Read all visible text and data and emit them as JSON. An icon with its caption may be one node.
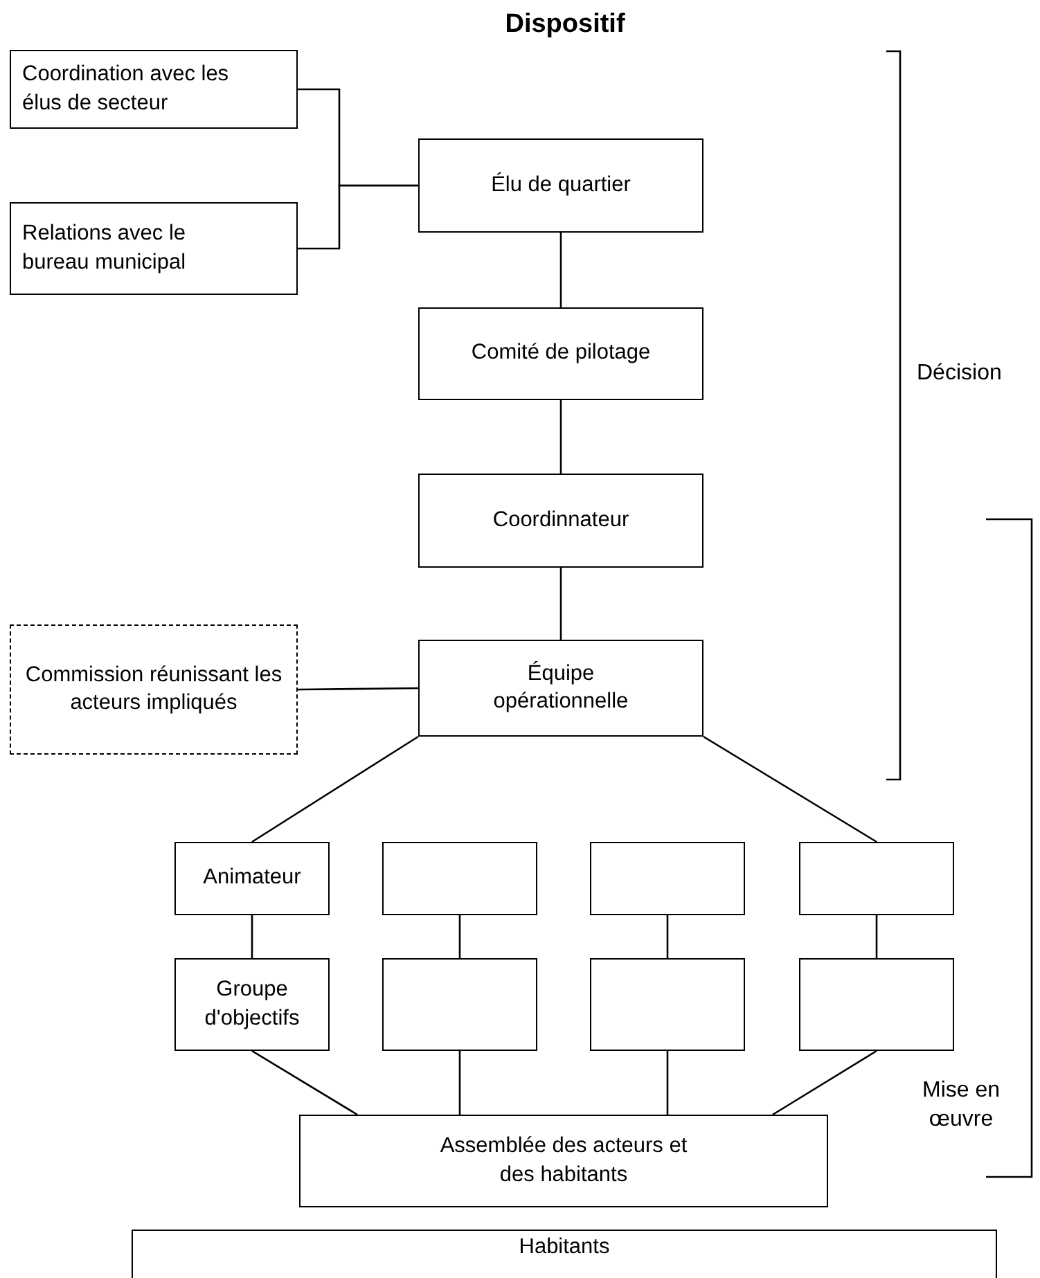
{
  "diagram": {
    "title": "Dispositif",
    "nodes": [
      {
        "text": [
          "Coordination avec les élus de secteur"
        ]
      },
      {
        "text": [
          "Relations avec le bureau municipal"
        ]
      },
      {
        "text": [
          "Élu de quartier"
        ]
      },
      {
        "text": [
          "Comité de pilotage"
        ]
      },
      {
        "text": [
          "Coordinnateur"
        ]
      },
      {
        "text": [
          "Équipe opérationnelle"
        ]
      },
      {
        "text": [
          "Commission réunissant les acteurs impliqués"
        ]
      },
      {
        "text": [
          "Animateur"
        ]
      },
      {
        "text": [],
        "shape": "box"
      },
      {
        "text": [],
        "shape": "box"
      },
      {
        "text": [],
        "shape": "box"
      },
      {
        "text": [
          "Groupe d'objectifs"
        ]
      },
      {
        "text": [],
        "shape": "box"
      },
      {
        "text": [],
        "shape": "box"
      },
      {
        "text": [],
        "shape": "box"
      },
      {
        "text": [
          "Assemblée des acteurs et des habitants"
        ]
      },
      {
        "text": [
          "Habitants"
        ]
      }
    ],
    "edges": [
      {
        "from": 0,
        "to": 2,
        "arrow": "none"
      },
      {
        "from": 1,
        "to": 2,
        "arrow": "none"
      },
      {
        "from": 2,
        "to": 3,
        "arrow": "none"
      },
      {
        "from": 3,
        "to": 4,
        "arrow": "none"
      },
      {
        "from": 4,
        "to": 5,
        "arrow": "none"
      },
      {
        "from": 6,
        "to": 5,
        "arrow": "none"
      },
      {
        "from": 5,
        "to": 7,
        "arrow": "none"
      },
      {
        "from": 5,
        "to": 10,
        "arrow": "none"
      },
      {
        "from": 7,
        "to": 11,
        "arrow": "none"
      },
      {
        "from": 8,
        "to": 12,
        "arrow": "none"
      },
      {
        "from": 9,
        "to": 13,
        "arrow": "none"
      },
      {
        "from": 10,
        "to": 14,
        "arrow": "none"
      },
      {
        "from": 11,
        "to": 15,
        "arrow": "none"
      },
      {
        "from": 12,
        "to": 15,
        "arrow": "none"
      },
      {
        "from": 13,
        "to": 15,
        "arrow": "none"
      },
      {
        "from": 14,
        "to": 15,
        "arrow": "none"
      }
    ],
    "labels": [
      "Décision",
      "Mise en œuvre"
    ]
  }
}
